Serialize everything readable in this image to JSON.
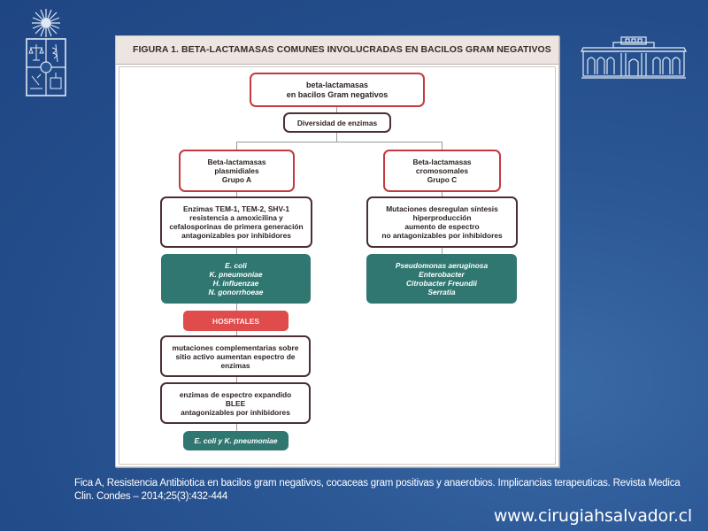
{
  "slide": {
    "logos": {
      "left": "university-crest-icon",
      "right": "building-facade-icon"
    },
    "figure": {
      "title": "FIGURA 1. BETA-LACTAMASAS COMUNES INVOLUCRADAS EN BACILOS GRAM NEGATIVOS",
      "nodes": {
        "root": "beta-lactamasas\nen bacilos Gram negativos",
        "diversity": "Diversidad de enzimas",
        "groupA": "Beta-lactamasas\nplasmidiales\nGrupo A",
        "groupC": "Beta-lactamasas\ncromosomales\nGrupo C",
        "enzymesA": "Enzimas TEM-1, TEM-2, SHV-1\nresistencia a amoxicilina y\ncefalosporinas de primera generación\nantagonizables por inhibidores",
        "mutationsC": "Mutaciones desregulan síntesis\nhiperproducción\naumento de espectro\nno antagonizables por inhibidores",
        "organismsA": "E. coli\nK. pneumoniae\nH. influenzae\nN. gonorrhoeae",
        "organismsC": "Pseudomonas aeruginosa\nEnterobacter\nCitrobacter Freundii\nSerratia",
        "hospitals": "HOSPITALES",
        "complementary": "mutaciones complementarias sobre\nsitio activo aumentan espectro de\nenzimas",
        "blee": "enzimas de espectro expandido\nBLEE\nantagonizables por inhibidores",
        "final": "E. coli y K. pneumoniae"
      },
      "colors": {
        "red_border": "#c4383f",
        "dark_border": "#4b2f33",
        "teal_fill": "#2f7770",
        "red_fill": "#e04b4b"
      }
    },
    "caption": "Fica A, Resistencia Antibiotica en bacilos gram negativos, cocaceas gram positivas y anaerobios. Implicancias terapeuticas. Revista Medica Clin. Condes – 2014;25(3):432-444",
    "website": "www.cirugiahsalvador.cl"
  }
}
